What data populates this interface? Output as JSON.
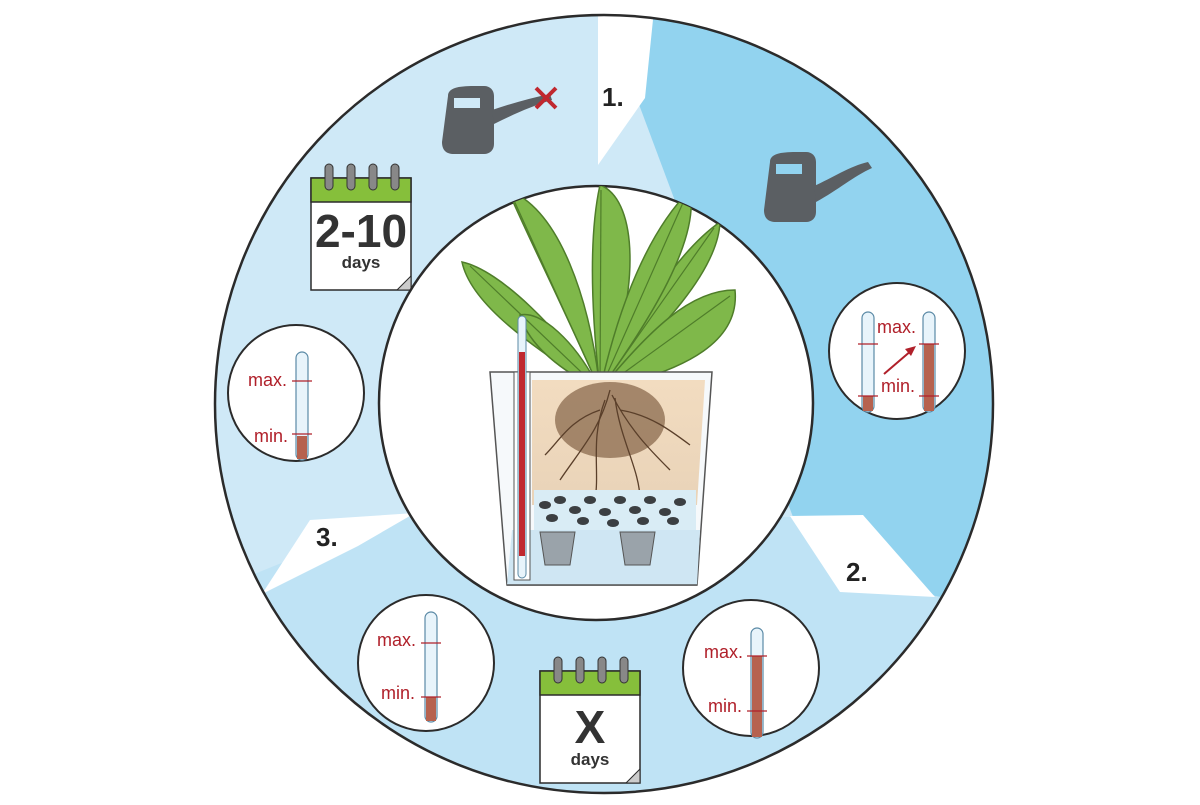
{
  "colors": {
    "light_blue": "#cfe9f7",
    "mid_blue": "#92d3ef",
    "outline": "#2b2b2b",
    "accent_red": "#c0282f",
    "calendar_green": "#86bf3b",
    "can_gray": "#5b5f63"
  },
  "steps": {
    "step1": "1.",
    "step2": "2.",
    "step3": "3."
  },
  "calendar_top": {
    "value": "2-10",
    "unit": "days",
    "rings": 4
  },
  "calendar_bottom": {
    "value": "X",
    "unit": "days",
    "rings": 4
  },
  "gauges": [
    {
      "id": "gauge-left",
      "max_label": "max.",
      "min_label": "min.",
      "level": 0.05
    },
    {
      "id": "gauge-right-pair",
      "max_label": "max.",
      "min_label": "min.",
      "level_before": 0.05,
      "level_after": 0.85
    },
    {
      "id": "gauge-bottom-right",
      "max_label": "max.",
      "min_label": "min.",
      "level": 0.85
    },
    {
      "id": "gauge-bottom-left",
      "max_label": "max.",
      "min_label": "min.",
      "level": 0.05
    }
  ],
  "icons": {
    "no_water": "watering-can-crossed-icon",
    "water": "watering-can-icon",
    "plant": "potted-plant-icon"
  }
}
